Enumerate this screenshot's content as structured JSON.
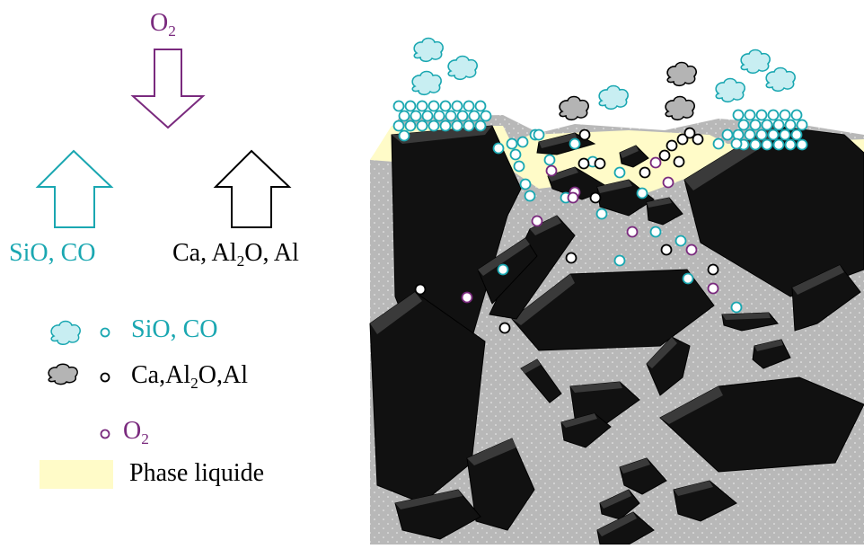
{
  "colors": {
    "teal": "#1aa7b1",
    "purple": "#7a2a7e",
    "black": "#000000",
    "liquid": "#fffbc8",
    "matrix": "#b8b8b8",
    "grain": "#111111",
    "cloud_gray": "#b4b4b4",
    "cloud_teal": "#c8eef2"
  },
  "top_arrow": {
    "label_main": "O",
    "label_sub": "2",
    "color": "purple"
  },
  "left_arrow": {
    "label": "SiO, CO",
    "color": "teal"
  },
  "right_arrow": {
    "label_part1": "Ca, Al",
    "label_sub": "2",
    "label_part2": "O, Al",
    "color": "black"
  },
  "legend": {
    "items": [
      {
        "icons": [
          "teal-cloud",
          "teal-circle"
        ],
        "label": "SiO, CO"
      },
      {
        "icons": [
          "gray-cloud",
          "black-circle"
        ],
        "label_part1": "Ca,Al",
        "label_sub": "2",
        "label_part2": "O,Al"
      },
      {
        "icons": [
          "purple-circle"
        ],
        "label_main": "O",
        "label_sub": "2"
      },
      {
        "icons": [
          "liquid-swatch"
        ],
        "label": "Phase liquide"
      }
    ]
  }
}
